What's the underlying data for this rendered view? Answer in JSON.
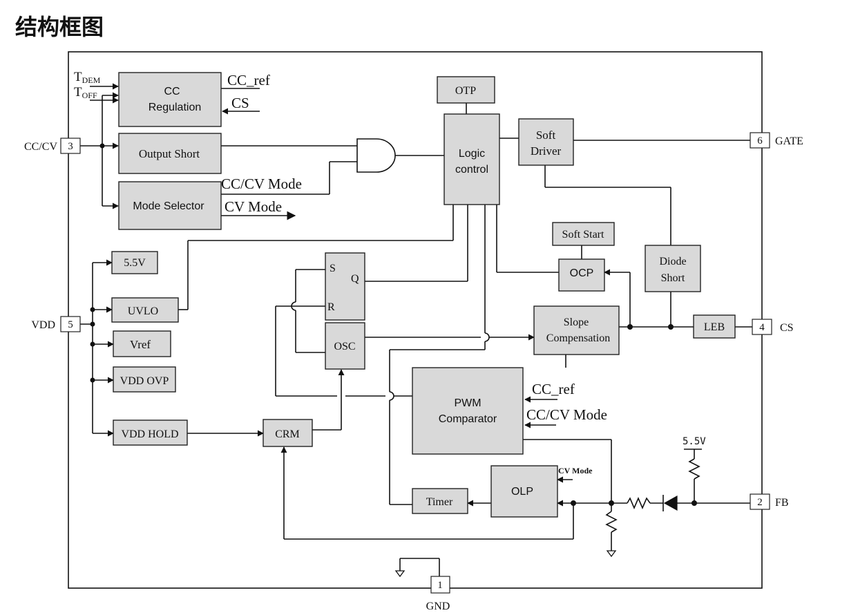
{
  "title": "结构框图",
  "blocks": {
    "cc_regulation": [
      "CC",
      "Regulation"
    ],
    "output_short": "Output Short",
    "mode_selector": "Mode Selector",
    "otp": "OTP",
    "logic_control": [
      "Logic",
      "control"
    ],
    "soft_driver": [
      "Soft",
      "Driver"
    ],
    "soft_start": "Soft Start",
    "ocp": "OCP",
    "diode_short": [
      "Diode",
      "Short"
    ],
    "v55": "5.5V",
    "uvlo": "UVLO",
    "vref": "Vref",
    "vdd_ovp": "VDD OVP",
    "vdd_hold": "VDD HOLD",
    "crm": "CRM",
    "sr_latch": {
      "s": "S",
      "r": "R",
      "q": "Q"
    },
    "osc": "OSC",
    "slope_compensation": [
      "Slope",
      "Compensation"
    ],
    "leb": "LEB",
    "pwm_comparator": [
      "PWM",
      "Comparator"
    ],
    "olp": "OLP",
    "timer": "Timer"
  },
  "pins": [
    {
      "number": "3",
      "name": "CC/CV"
    },
    {
      "number": "5",
      "name": "VDD"
    },
    {
      "number": "6",
      "name": "GATE"
    },
    {
      "number": "4",
      "name": "CS"
    },
    {
      "number": "2",
      "name": "FB"
    },
    {
      "number": "1",
      "name": "GND"
    }
  ],
  "signals": {
    "t_dem": {
      "base": "T",
      "sub": "DEM"
    },
    "t_off": {
      "base": "T",
      "sub": "OFF"
    },
    "cc_ref_top": "CC_ref",
    "cs_in": "CS",
    "cc_cv_mode": "CC/CV Mode",
    "cv_mode": "CV Mode",
    "pwm_cc_ref": "CC_ref",
    "pwm_cc_cv_mode": "CC/CV Mode",
    "olp_cv_mode": "CV Mode",
    "fb_supply": "5.5V"
  }
}
